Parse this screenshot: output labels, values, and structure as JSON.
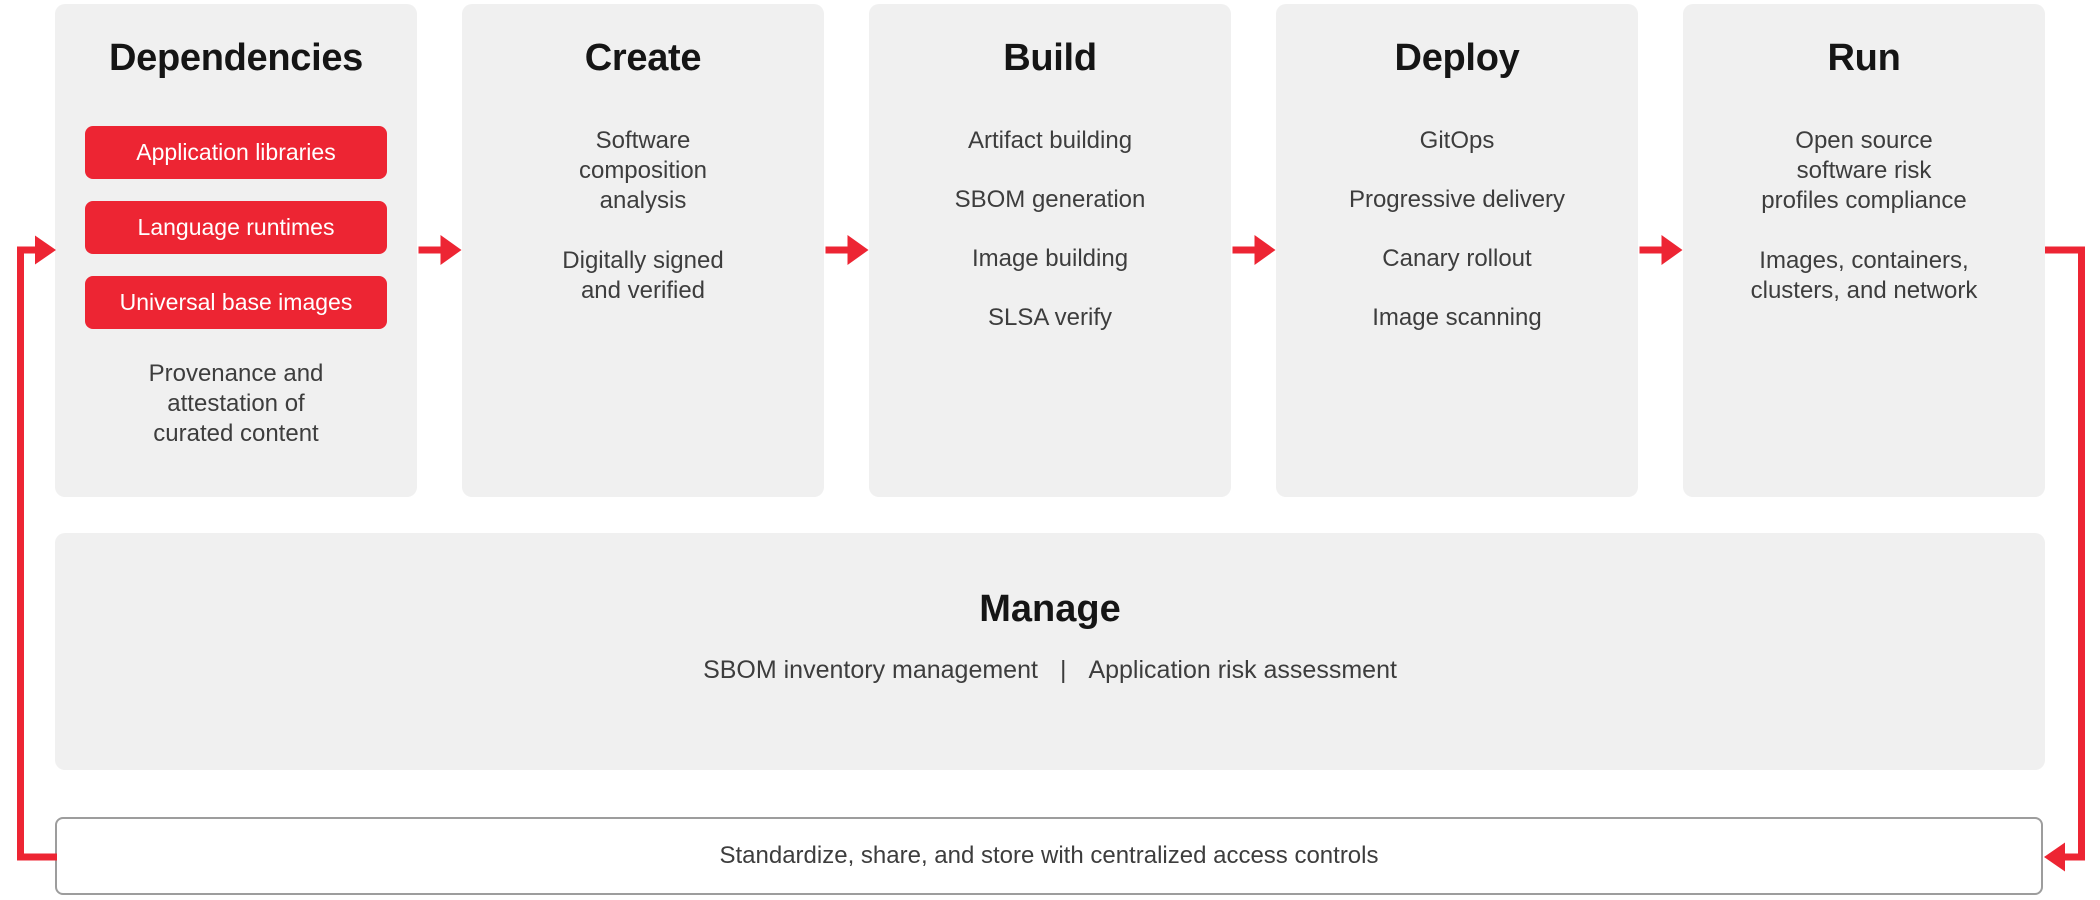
{
  "colors": {
    "accent_red": "#ed2533",
    "card_bg": "#f0f0f0"
  },
  "pipeline": {
    "stages": [
      {
        "title": "Dependencies",
        "blocks": [
          {
            "type": "buttons",
            "items": [
              "Application libraries",
              "Language runtimes",
              "Universal base images"
            ]
          },
          {
            "type": "paragraph",
            "text": "Provenance and\nattestation of\ncurated content"
          }
        ]
      },
      {
        "title": "Create",
        "blocks": [
          {
            "type": "paragraph",
            "text": "Software\ncomposition\nanalysis"
          },
          {
            "type": "paragraph",
            "text": "Digitally signed\nand verified"
          }
        ]
      },
      {
        "title": "Build",
        "blocks": [
          {
            "type": "list",
            "items": [
              "Artifact building",
              "SBOM generation",
              "Image building",
              "SLSA verify"
            ]
          }
        ]
      },
      {
        "title": "Deploy",
        "blocks": [
          {
            "type": "list",
            "items": [
              "GitOps",
              "Progressive delivery",
              "Canary rollout",
              "Image scanning"
            ]
          }
        ]
      },
      {
        "title": "Run",
        "blocks": [
          {
            "type": "paragraph",
            "text": "Open source\nsoftware risk\nprofiles compliance"
          },
          {
            "type": "paragraph",
            "text": "Images, containers,\nclusters, and network"
          }
        ]
      }
    ]
  },
  "manage": {
    "title": "Manage",
    "items": [
      "SBOM inventory management",
      "Application risk assessment"
    ],
    "separator": "|"
  },
  "bottom_bar": {
    "text": "Standardize, share, and store with centralized access controls"
  }
}
